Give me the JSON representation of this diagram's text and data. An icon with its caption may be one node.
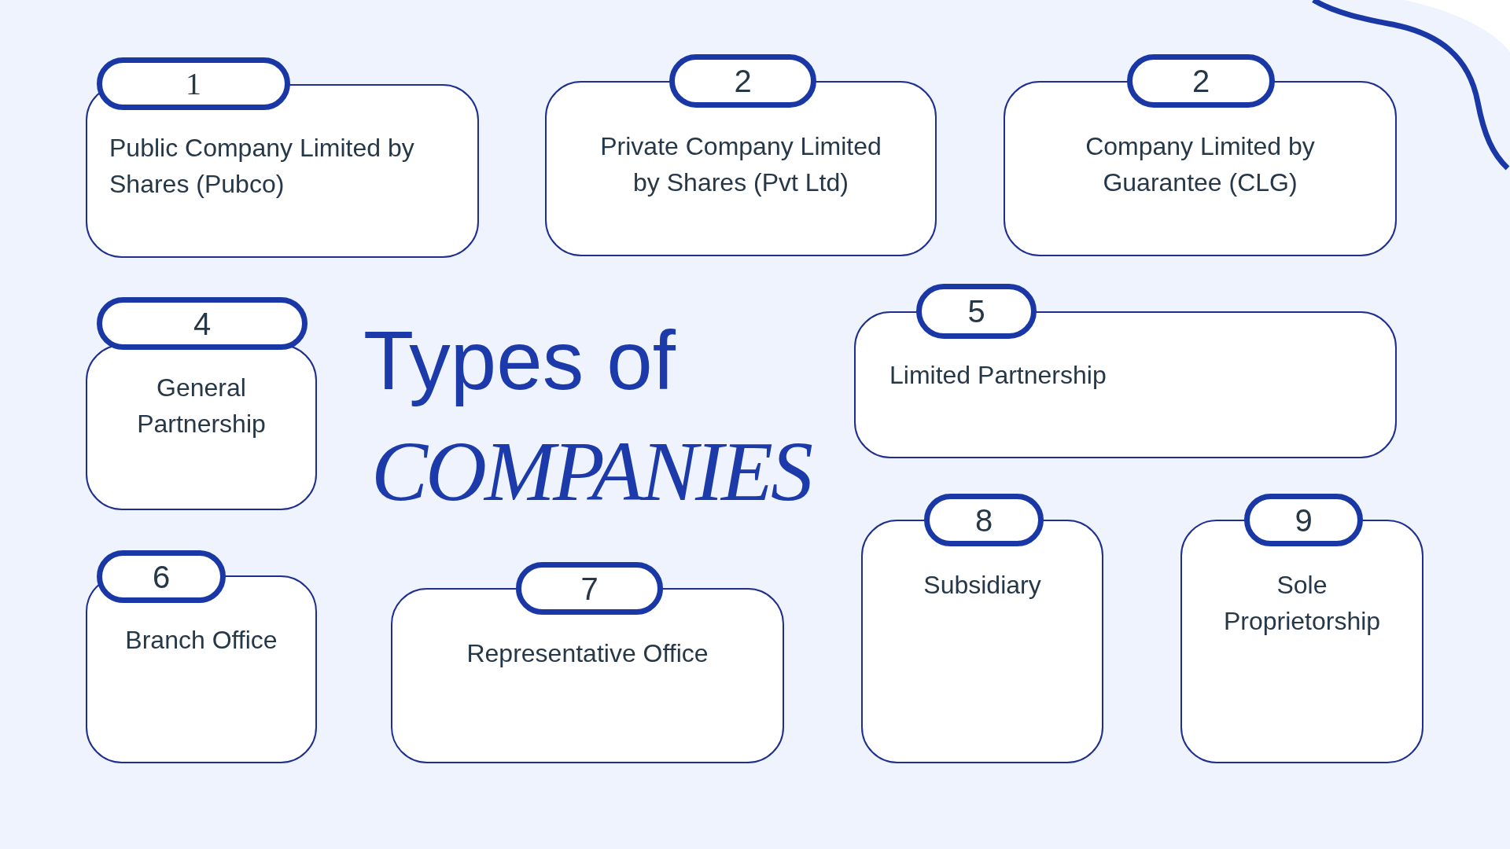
{
  "diagram": {
    "title": "Types of *COMPANIES*",
    "nodes": [
      {
        "text": [
          "1",
          "Public Company Limited by Shares (Pubco)"
        ]
      },
      {
        "text": [
          "2",
          "Private Company Limited by Shares (Pvt Ltd)"
        ]
      },
      {
        "text": [
          "2",
          "Company Limited by Guarantee (CLG)"
        ]
      },
      {
        "text": [
          "4",
          "General Partnership"
        ]
      },
      {
        "text": [
          "5",
          "Limited Partnership"
        ]
      },
      {
        "text": [
          "6",
          "Branch Office"
        ]
      },
      {
        "text": [
          "7",
          "Representative Office"
        ]
      },
      {
        "text": [
          "8",
          "Subsidiary"
        ]
      },
      {
        "text": [
          "9",
          "Sole Proprietorship"
        ]
      }
    ]
  }
}
